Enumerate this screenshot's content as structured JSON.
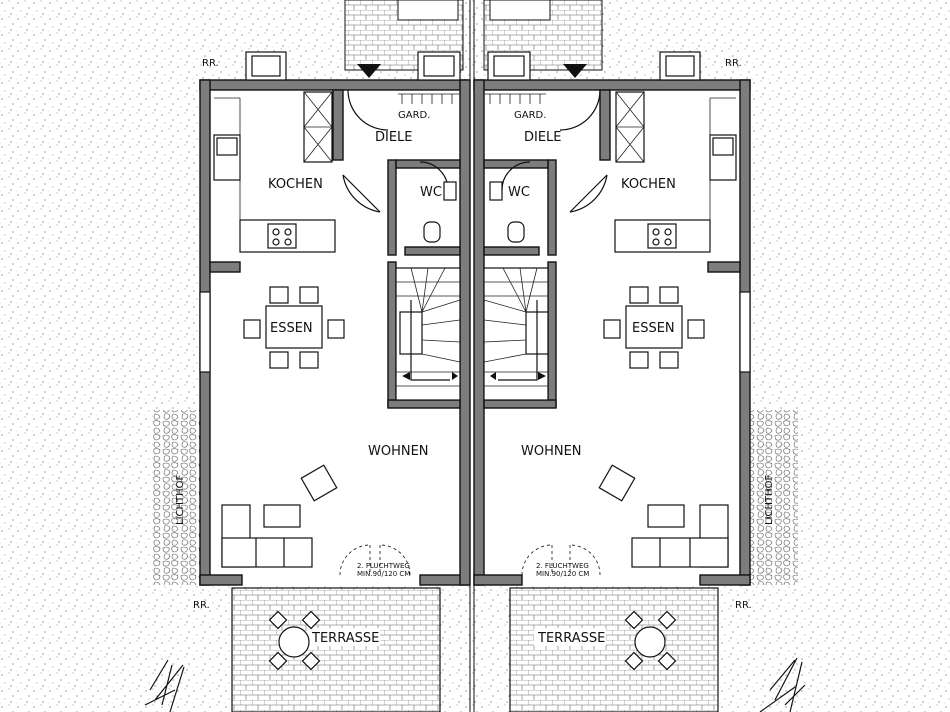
{
  "plan": {
    "units": [
      {
        "rooms": {
          "diele": "DIELE",
          "garderobe": "GARD.",
          "kochen": "KOCHEN",
          "wc": "WC",
          "essen": "ESSEN",
          "wohnen": "WOHNEN",
          "terrasse": "TERRASSE"
        },
        "escape_route": [
          "2. FLUCHTWEG",
          "MIN.90/120 CM"
        ],
        "markers": [
          "RR.",
          "RR."
        ]
      },
      {
        "rooms": {
          "diele": "DIELE",
          "garderobe": "GARD.",
          "kochen": "KOCHEN",
          "wc": "WC",
          "essen": "ESSEN",
          "wohnen": "WOHNEN",
          "terrasse": "TERRASSE"
        },
        "escape_route": [
          "2. FLUCHTWEG",
          "MIN.90/120 CM"
        ],
        "markers": [
          "RR.",
          "RR."
        ]
      }
    ],
    "lichthof_labels": [
      "LICHTHOF",
      "LICHTHOF"
    ],
    "colors": {
      "walls": "#7d7d7d",
      "lines": "#111111",
      "background": "#ffffff"
    }
  }
}
